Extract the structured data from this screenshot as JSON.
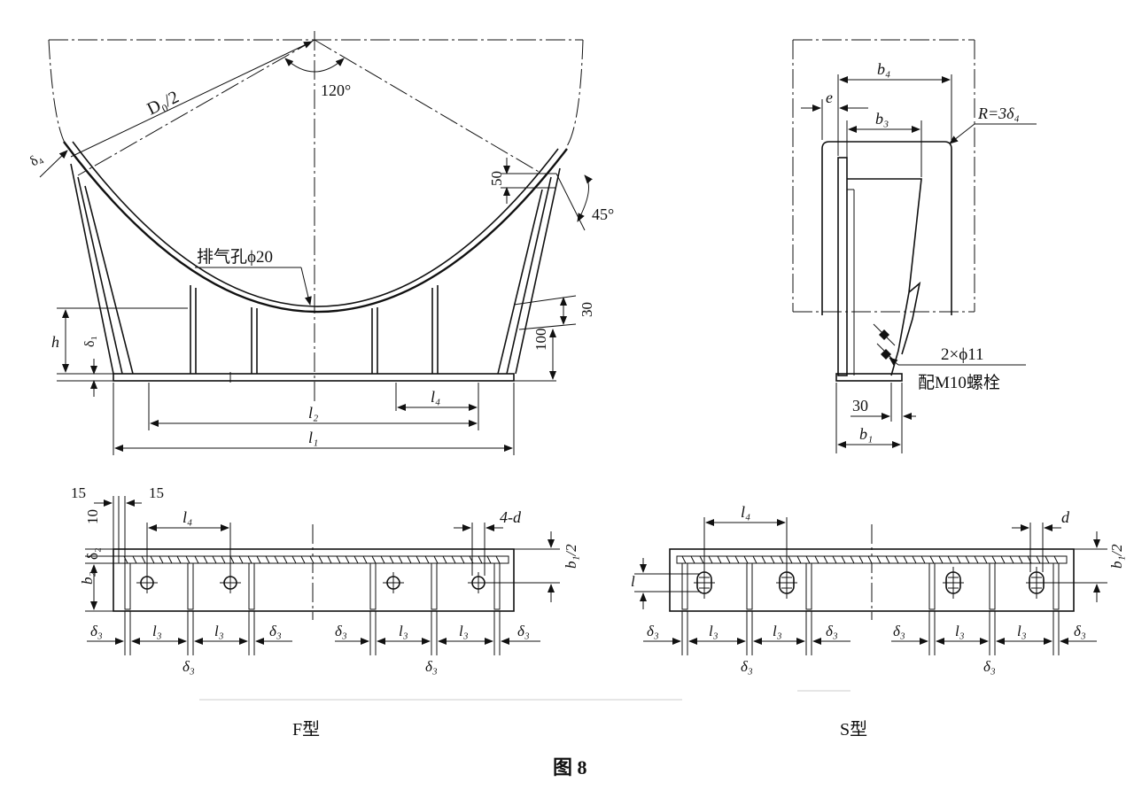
{
  "figure": {
    "caption": "图 8",
    "type_f_label": "F型",
    "type_s_label": "S型"
  },
  "front_view": {
    "radius_label": "D₀/2",
    "angle_label": "120°",
    "shell_thickness_label": "δ₄",
    "vent_hole_label": "排气孔ϕ20",
    "dim_50": "50",
    "angle_45": "45°",
    "dim_h": "h",
    "dim_delta1": "δ₁",
    "dim_30": "30",
    "dim_100": "100",
    "dim_l4": "l₄",
    "dim_l2": "l₂",
    "dim_l1": "l₁"
  },
  "side_view": {
    "dim_b4": "b₄",
    "dim_e": "e",
    "dim_b3": "b₃",
    "radius_note": "R=3δ₄",
    "hole_note": "2×ϕ11",
    "bolt_note": "配M10螺栓",
    "dim_30": "30",
    "dim_b1": "b₁"
  },
  "plan_f": {
    "dim_15a": "15",
    "dim_15b": "15",
    "dim_10": "10",
    "dim_delta2": "δ₂",
    "dim_b2": "b₂",
    "dim_l4": "l₄",
    "dim_4d": "4-d",
    "dim_b1_half": "b₁/2",
    "dim_delta3": "δ₃",
    "dim_l3": "l₃"
  },
  "plan_s": {
    "dim_l4": "l₄",
    "dim_d": "d",
    "dim_l": "l",
    "dim_b1_half": "b₁/2",
    "dim_delta3": "δ₃",
    "dim_l3": "l₃"
  }
}
